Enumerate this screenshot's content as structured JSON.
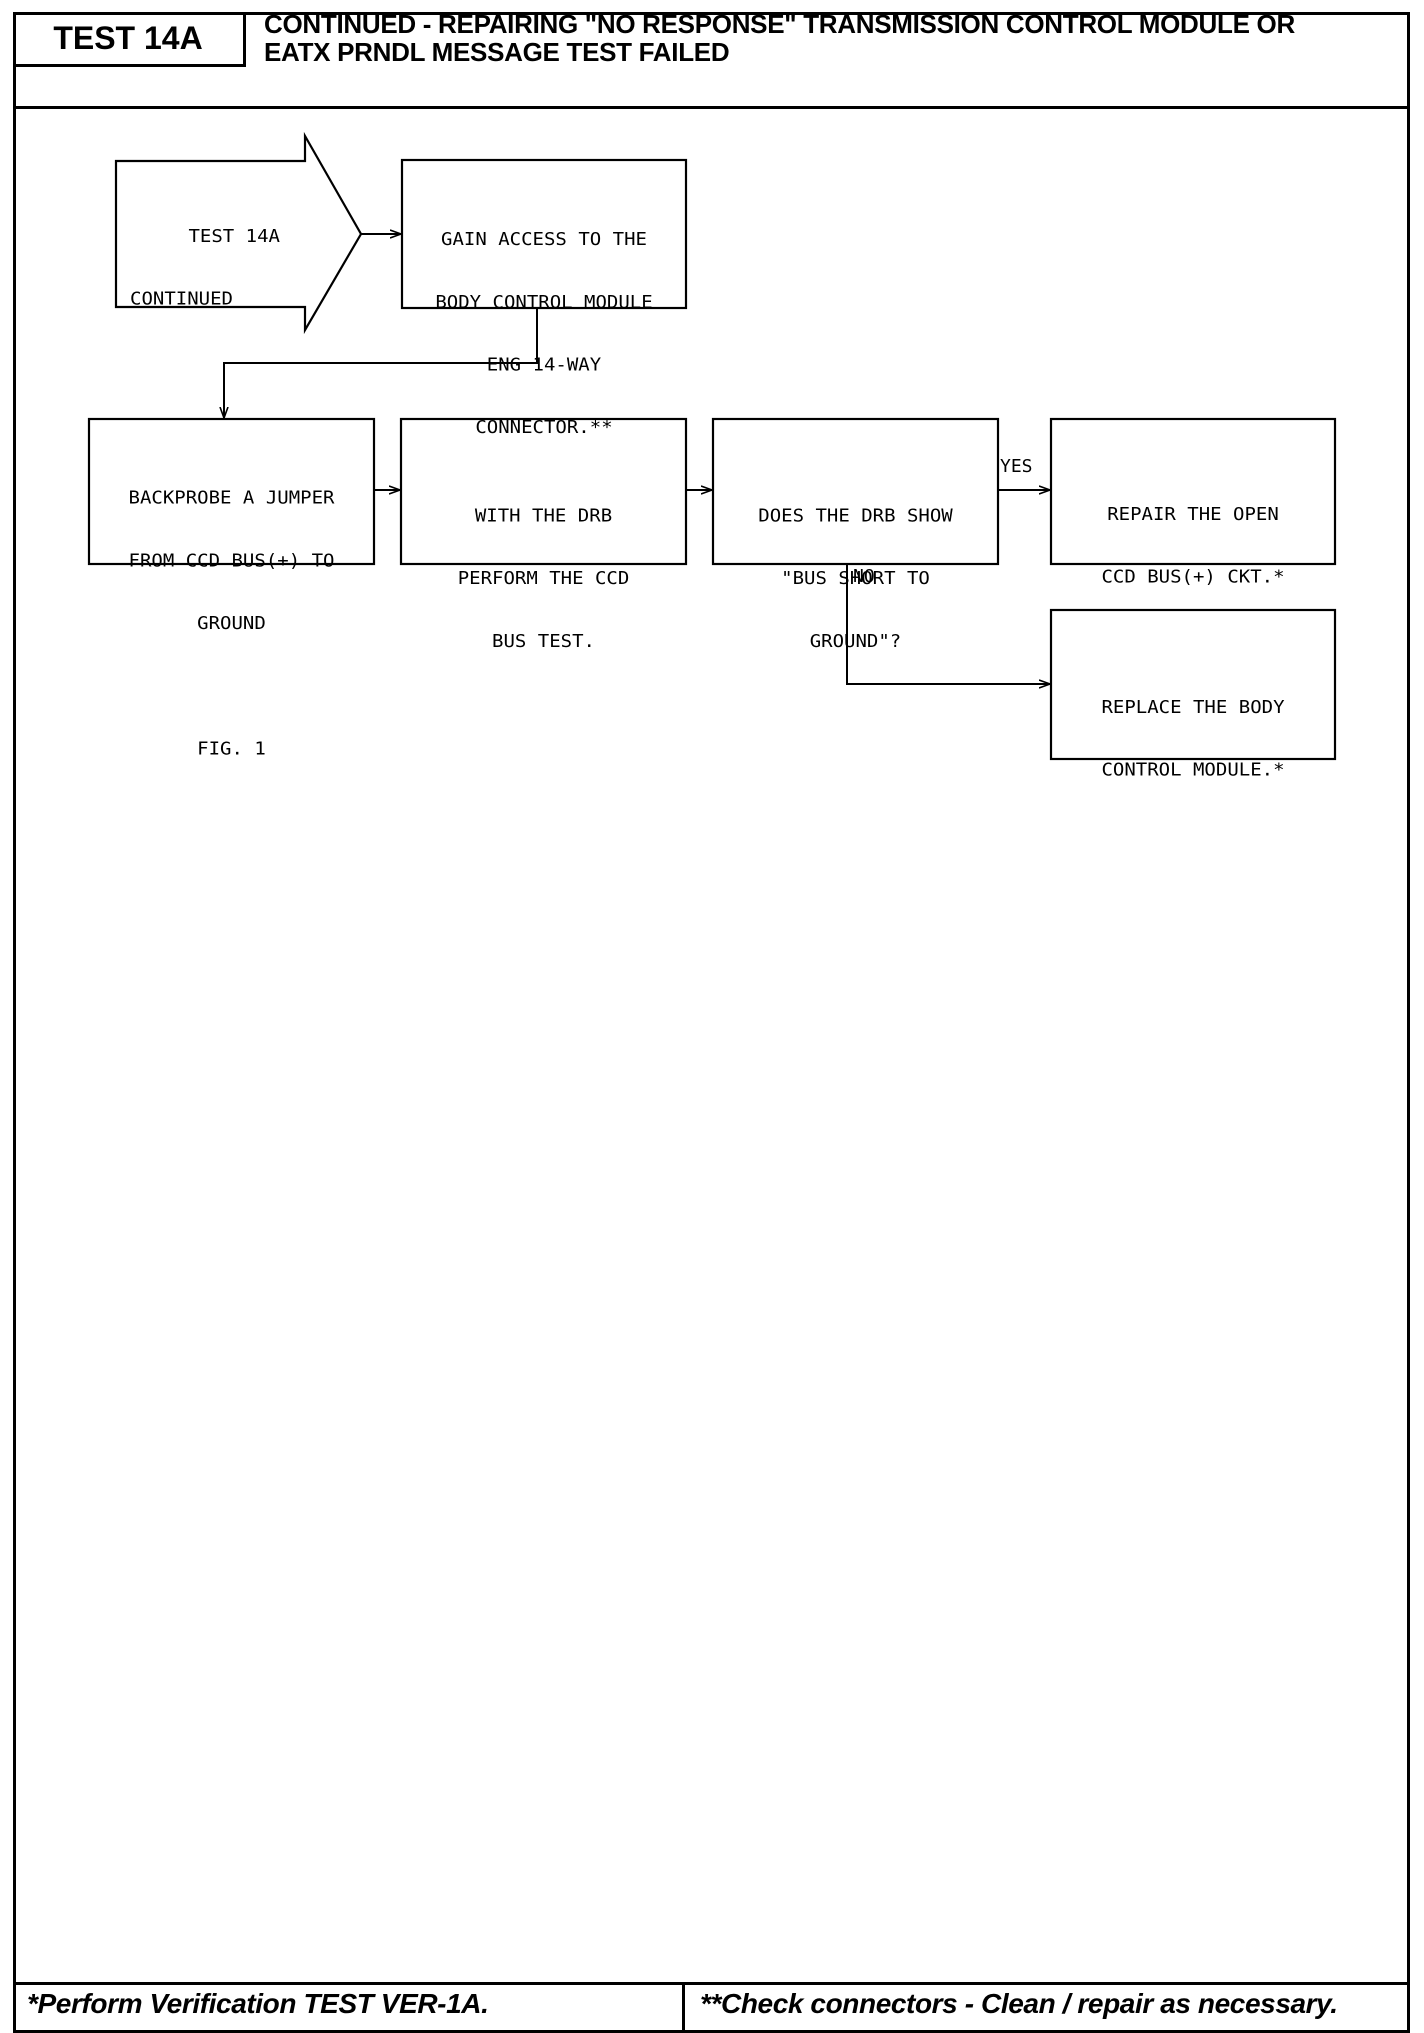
{
  "header": {
    "test_id": "TEST 14A",
    "title_lines": [
      "CONTINUED - REPAIRING \"NO RESPONSE\" TRANSMISSION CONTROL MODULE OR",
      "EATX PRNDL MESSAGE TEST FAILED"
    ]
  },
  "flowchart": {
    "nodes": [
      {
        "id": "start",
        "kind": "entry-arrow",
        "lines": [
          "TEST 14A",
          "CONTINUED"
        ]
      },
      {
        "id": "gain_access",
        "kind": "step",
        "lines": [
          "GAIN ACCESS TO THE",
          "BODY CONTROL MODULE",
          "ENG 14-WAY",
          "CONNECTOR.**"
        ]
      },
      {
        "id": "backprobe",
        "kind": "step",
        "lines": [
          "BACKPROBE A JUMPER",
          "FROM CCD BUS(+) TO",
          "GROUND",
          "",
          "FIG. 1"
        ]
      },
      {
        "id": "drb_bus_test",
        "kind": "step",
        "lines": [
          "WITH THE DRB",
          "PERFORM THE CCD",
          "BUS TEST."
        ]
      },
      {
        "id": "decision",
        "kind": "decision",
        "lines": [
          "DOES THE DRB SHOW",
          "\"BUS SHORT TO",
          "GROUND\"?"
        ]
      },
      {
        "id": "repair_open",
        "kind": "step",
        "lines": [
          "REPAIR THE OPEN",
          "CCD BUS(+) CKT.*"
        ]
      },
      {
        "id": "replace_bcm",
        "kind": "step",
        "lines": [
          "REPLACE THE BODY",
          "CONTROL MODULE.*"
        ]
      }
    ],
    "edges": [
      {
        "from": "start",
        "to": "gain_access",
        "label": ""
      },
      {
        "from": "gain_access",
        "to": "backprobe",
        "label": ""
      },
      {
        "from": "backprobe",
        "to": "drb_bus_test",
        "label": ""
      },
      {
        "from": "drb_bus_test",
        "to": "decision",
        "label": ""
      },
      {
        "from": "decision",
        "to": "repair_open",
        "label": "YES"
      },
      {
        "from": "decision",
        "to": "replace_bcm",
        "label": "NO"
      }
    ]
  },
  "footer": {
    "left_note": "*Perform Verification TEST VER-1A.",
    "right_note": "**Check connectors - Clean / repair as necessary."
  }
}
